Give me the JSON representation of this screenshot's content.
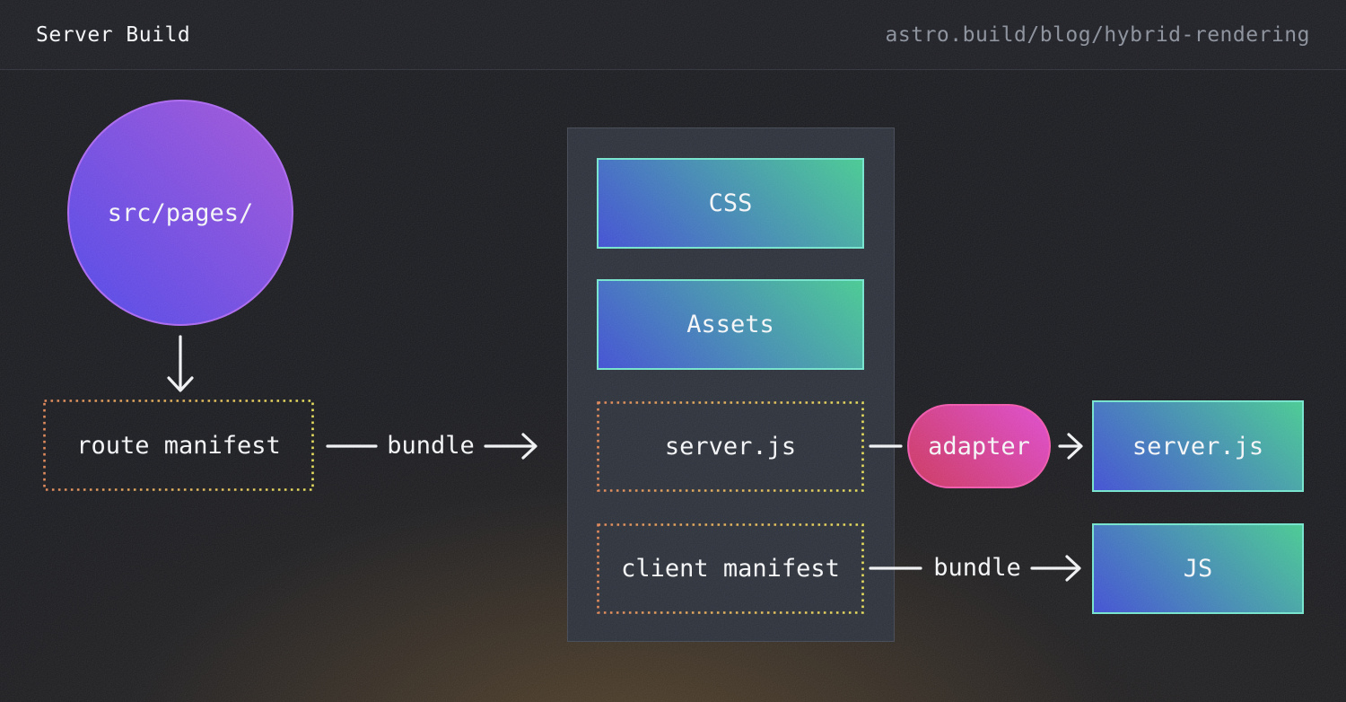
{
  "header": {
    "title": "Server Build",
    "url": "astro.build/blog/hybrid-rendering"
  },
  "nodes": {
    "src_pages": {
      "label": "src/pages/"
    },
    "route_manifest": {
      "label": "route manifest"
    },
    "css": {
      "label": "CSS"
    },
    "assets": {
      "label": "Assets"
    },
    "server_bundle": {
      "label": "server.js"
    },
    "client_manifest": {
      "label": "client manifest"
    },
    "adapter": {
      "label": "adapter"
    },
    "server_output": {
      "label": "server.js"
    },
    "js_output": {
      "label": "JS"
    }
  },
  "edges": {
    "bundle_left": {
      "label": "bundle"
    },
    "bundle_right": {
      "label": "bundle"
    }
  },
  "colors": {
    "background": "#131419",
    "header_bg": "#16171d",
    "header_divider": "#282b33",
    "panel_bg": "#252a34",
    "panel_border": "#3c414d",
    "node_text": "#f3f4f6",
    "muted_text": "#868c97",
    "arrow": "#eef0f2",
    "teal_border": "#6fe2cb",
    "teal_grad_start": "#3a49d1",
    "teal_grad_end": "#41c78e",
    "purple_border": "#a763ee",
    "purple_grad_start": "#4a41e6",
    "purple_grad_end": "#a04fd6",
    "pink_border": "#ee52a8",
    "pink_grad_start": "#c93058",
    "pink_grad_end": "#dc45cb",
    "dotted_start": "#dd8150",
    "dotted_end": "#e3da51"
  }
}
